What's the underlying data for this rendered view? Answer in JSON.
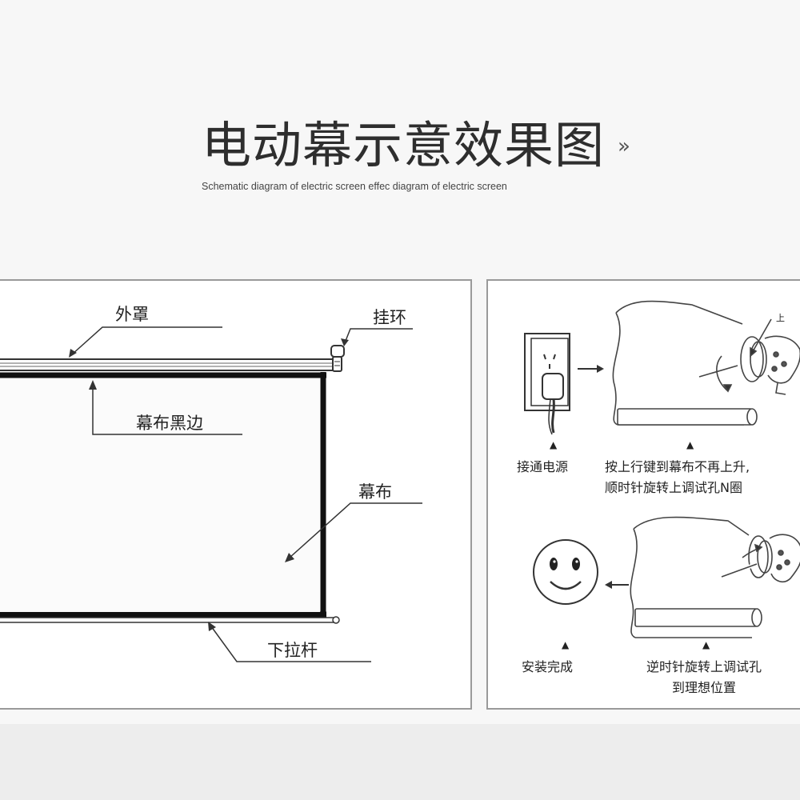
{
  "header": {
    "title": "电动幕示意效果图",
    "arrow": "»",
    "subtitle": "Schematic diagram of electric screen effec diagram of electric screen"
  },
  "left_diagram": {
    "labels": {
      "housing": "外罩",
      "hook_ring": "挂环",
      "black_border": "幕布黑边",
      "screen": "幕布",
      "pull_bar": "下拉杆"
    }
  },
  "right_diagram": {
    "steps": [
      {
        "caption_lines": [
          "接通电源"
        ]
      },
      {
        "caption_lines": [
          "按上行键到幕布不再上升,",
          "顺时针旋转上调试孔N圈"
        ]
      },
      {
        "caption_lines": [
          "安装完成"
        ]
      },
      {
        "caption_lines": [
          "逆时针旋转上调试孔",
          "到理想位置"
        ]
      }
    ],
    "adjust_mark": "上",
    "step_marker": "▲"
  }
}
